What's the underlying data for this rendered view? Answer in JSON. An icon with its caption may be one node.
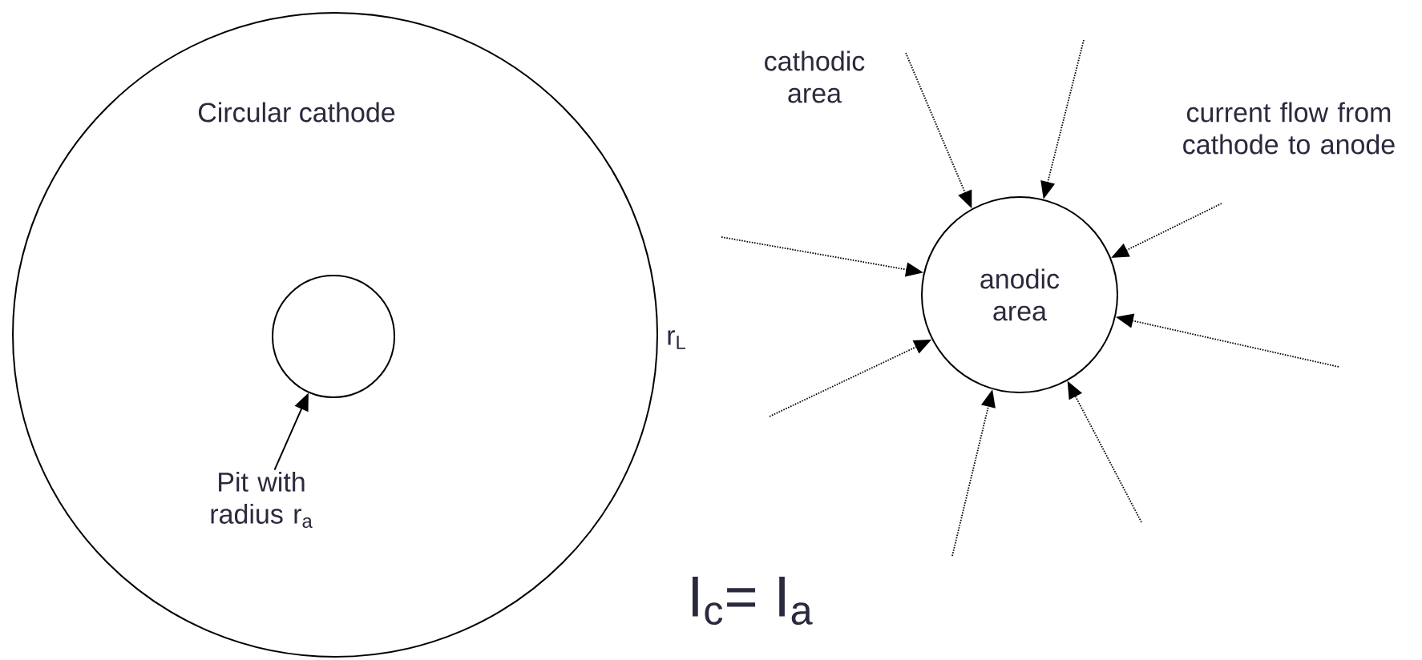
{
  "diagram": {
    "nodes": [
      {
        "text": [
          "Circular cathode"
        ]
      },
      {
        "text": [],
        "shape": "circle",
        "in": 0
      },
      {
        "text": [
          "Pit with radius r$_{a}$"
        ],
        "in": 0
      },
      {
        "text": [
          "anodic area"
        ]
      }
    ],
    "edges": [
      {
        "from": 2,
        "to": 1,
        "arrow": "to"
      },
      {
        "from": null,
        "to": 3,
        "arrow": "to",
        "style": "dashed"
      },
      {
        "from": null,
        "to": 3,
        "arrow": "to",
        "style": "dashed"
      },
      {
        "from": null,
        "to": 3,
        "arrow": "to",
        "style": "dashed"
      },
      {
        "from": null,
        "to": 3,
        "arrow": "to",
        "style": "dashed"
      },
      {
        "from": null,
        "to": 3,
        "arrow": "to",
        "style": "dashed"
      },
      {
        "from": null,
        "to": 3,
        "arrow": "to",
        "style": "dashed"
      },
      {
        "from": null,
        "to": 3,
        "arrow": "to",
        "style": "dashed"
      },
      {
        "from": null,
        "to": 3,
        "arrow": "to",
        "style": "dashed"
      }
    ],
    "labels": [
      "cathodic area",
      "current flow from cathode to anode",
      "r$_{L}$",
      "I$_{c}$= I$_{a}$"
    ]
  }
}
